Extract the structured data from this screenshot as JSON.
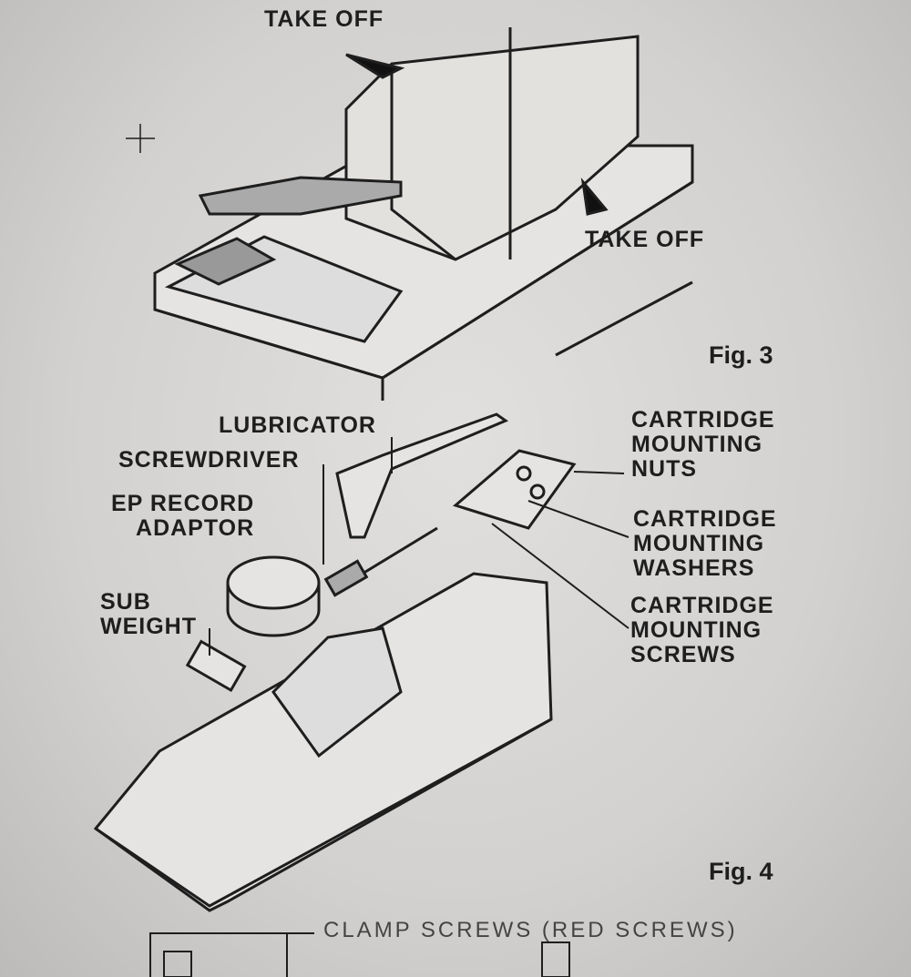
{
  "fig3": {
    "caption": "Fig. 3",
    "take_off_top": "TAKE OFF",
    "take_off_right": "TAKE OFF"
  },
  "fig4": {
    "caption": "Fig. 4",
    "labels": {
      "lubricator": "LUBRICATOR",
      "screwdriver": "SCREWDRIVER",
      "ep_record_adaptor": [
        "EP RECORD",
        "ADAPTOR"
      ],
      "sub_weight": [
        "SUB",
        "WEIGHT"
      ],
      "cartridge_nuts": [
        "CARTRIDGE",
        "MOUNTING",
        "NUTS"
      ],
      "cartridge_washers": [
        "CARTRIDGE",
        "MOUNTING",
        "WASHERS"
      ],
      "cartridge_screws": [
        "CARTRIDGE",
        "MOUNTING",
        "SCREWS"
      ]
    }
  },
  "fig5": {
    "clamp_label": "CLAMP SCREWS (RED SCREWS)"
  }
}
